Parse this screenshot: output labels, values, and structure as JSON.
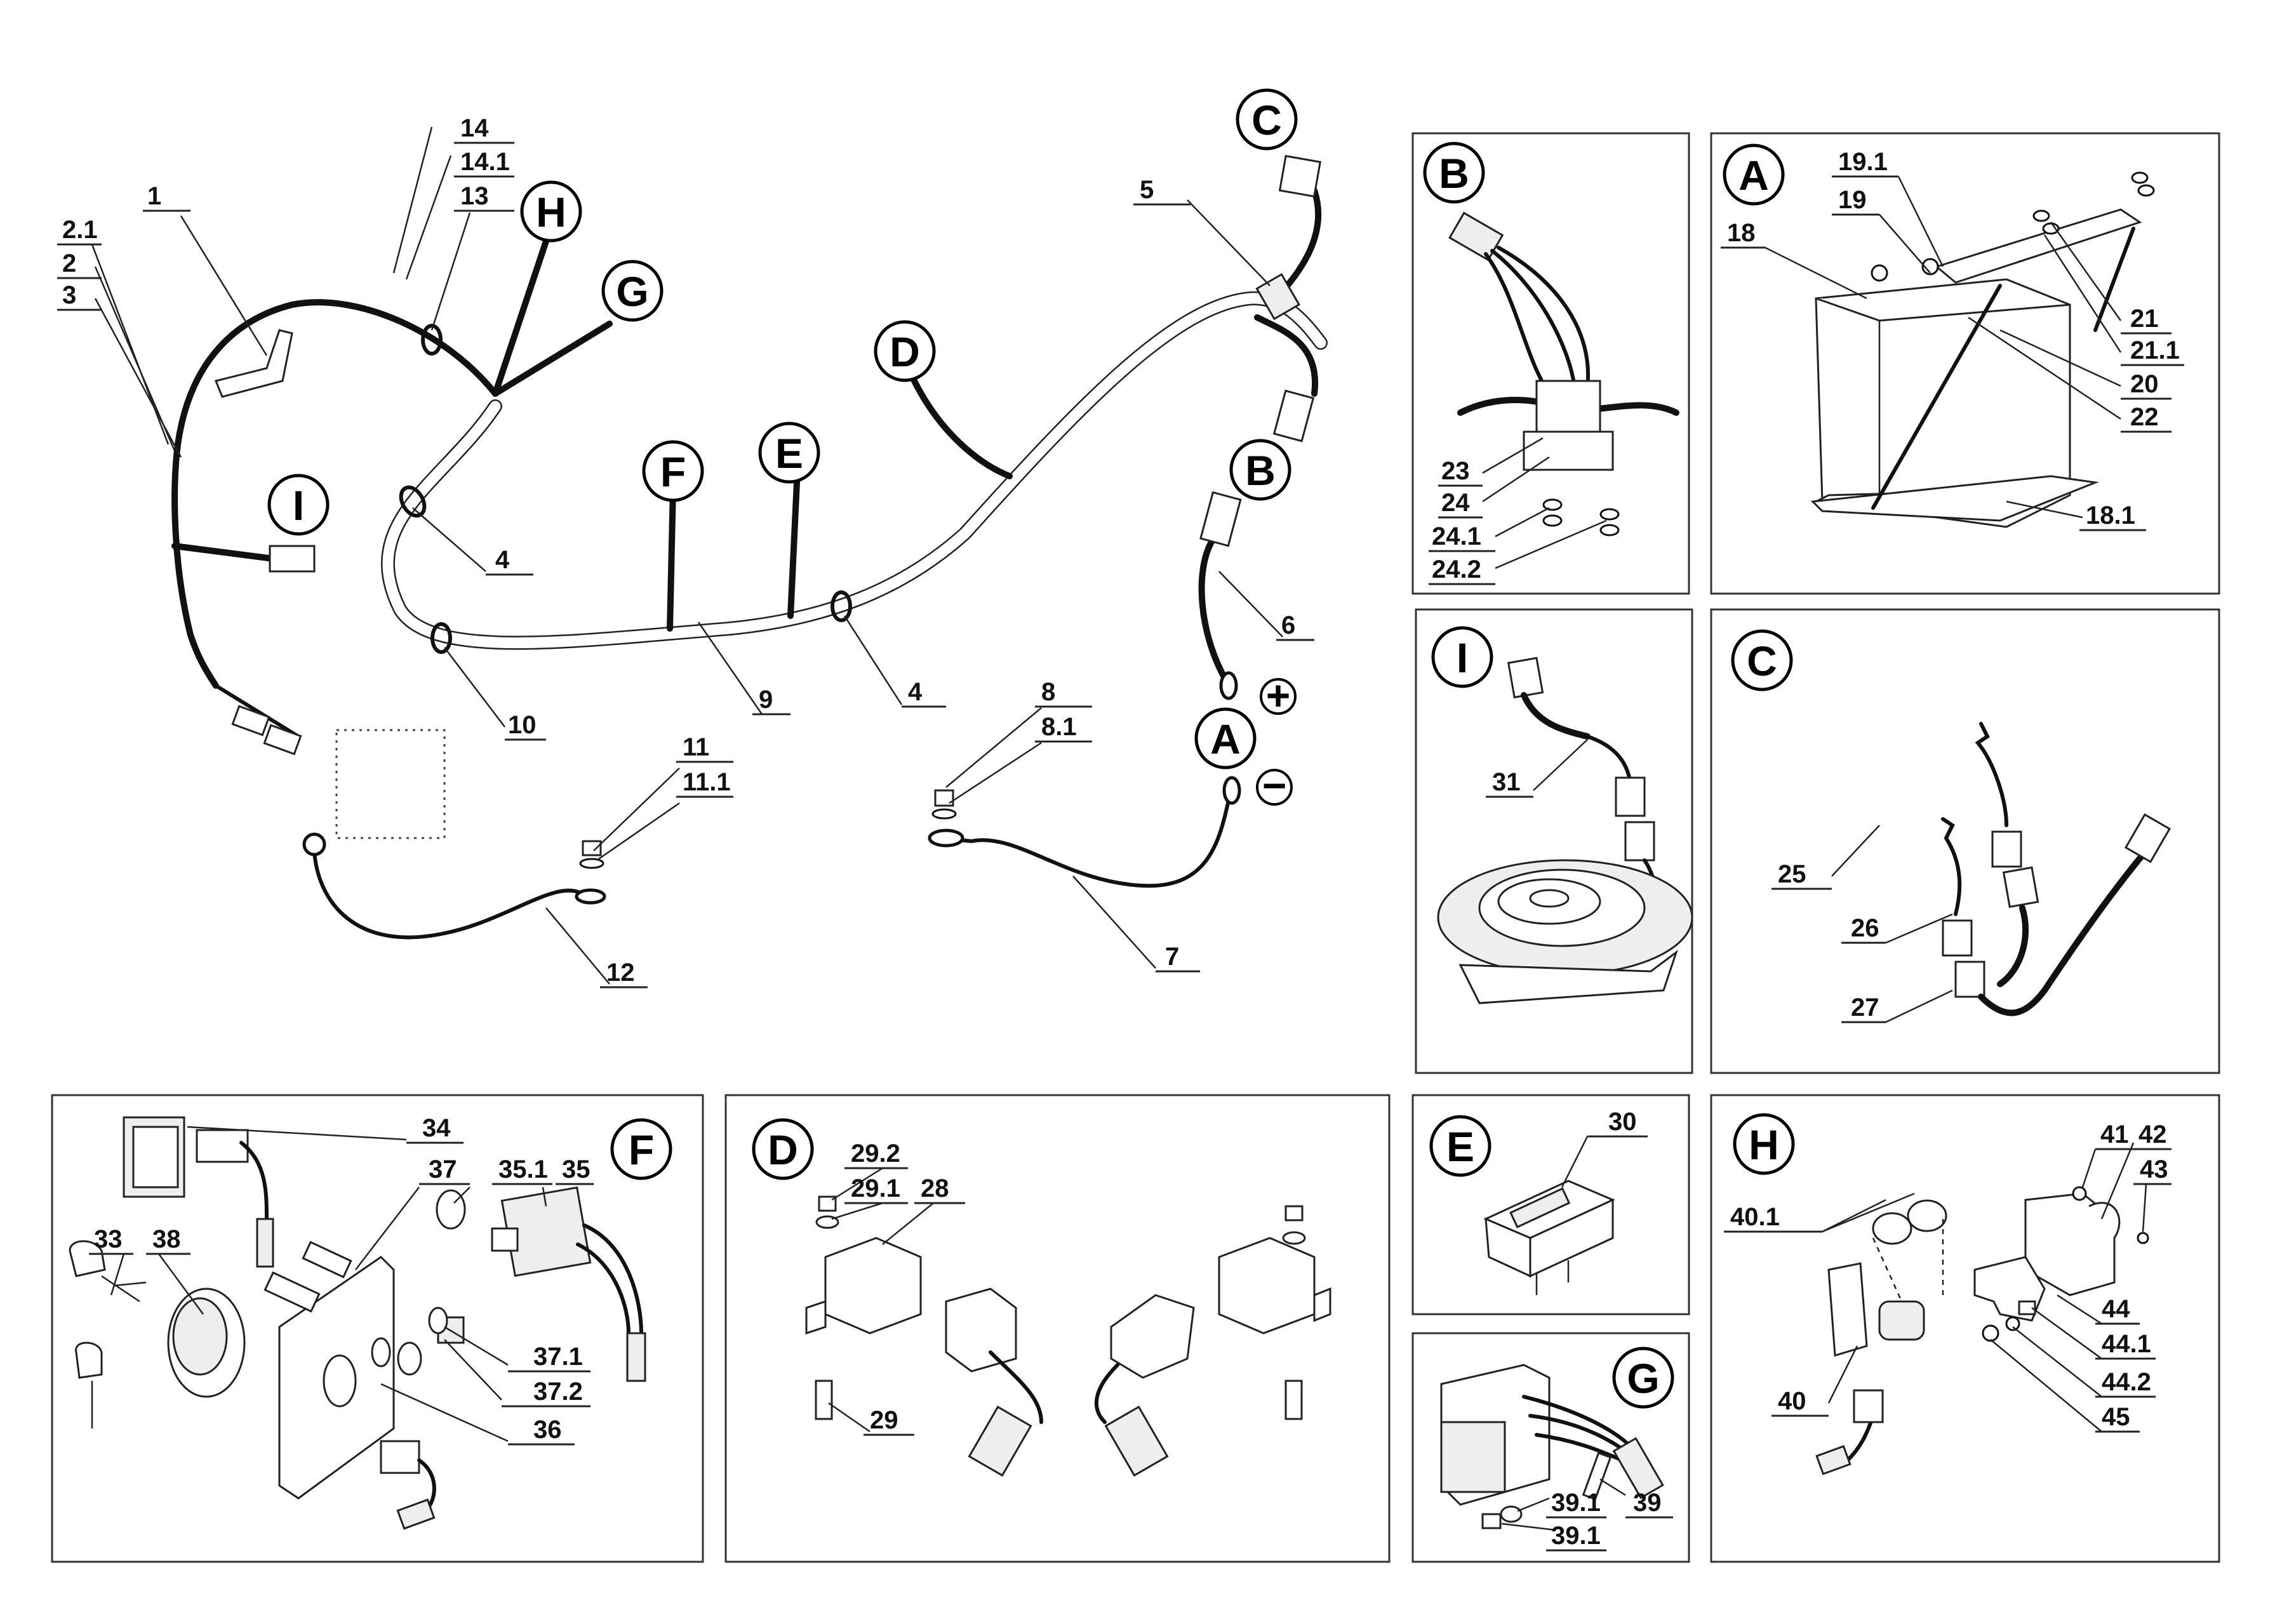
{
  "circle_letters": {
    "main_c": "C",
    "main_h": "H",
    "main_g": "G",
    "main_d": "D",
    "main_f": "F",
    "main_e": "E",
    "main_b": "B",
    "main_a": "A",
    "main_i": "I",
    "panel_b": "B",
    "panel_a": "A",
    "panel_i": "I",
    "panel_c": "C",
    "panel_f": "F",
    "panel_d": "D",
    "panel_e": "E",
    "panel_g": "G",
    "panel_h": "H",
    "plus_sign": "+",
    "minus_sign": "−"
  },
  "main_labels": {
    "l14": "14",
    "l14_1": "14.1",
    "l13": "13",
    "l1": "1",
    "l2_1": "2.1",
    "l2": "2",
    "l3": "3",
    "l5": "5",
    "l4a": "4",
    "l4b": "4",
    "l10": "10",
    "l9": "9",
    "l6": "6",
    "l8": "8",
    "l8_1": "8.1",
    "l11": "11",
    "l11_1": "11.1",
    "l12": "12",
    "l7": "7"
  },
  "panel_b_labels": {
    "l23": "23",
    "l24": "24",
    "l24_1": "24.1",
    "l24_2": "24.2"
  },
  "panel_a_labels": {
    "l19_1": "19.1",
    "l19": "19",
    "l18": "18",
    "l21": "21",
    "l21_1": "21.1",
    "l20": "20",
    "l22": "22",
    "l18_1": "18.1"
  },
  "panel_i_labels": {
    "l31": "31"
  },
  "panel_c_labels": {
    "l25": "25",
    "l26": "26",
    "l27": "27"
  },
  "panel_f_labels": {
    "l34": "34",
    "l37": "37",
    "l35_1": "35.1",
    "l35": "35",
    "l33": "33",
    "l38": "38",
    "l37_1": "37.1",
    "l37_2": "37.2",
    "l36": "36"
  },
  "panel_d_labels": {
    "l29_2": "29.2",
    "l29_1": "29.1",
    "l28": "28",
    "l29": "29"
  },
  "panel_e_labels": {
    "l30": "30"
  },
  "panel_g_labels": {
    "l39_1a": "39.1",
    "l39": "39",
    "l39_1b": "39.1"
  },
  "panel_h_labels": {
    "l41": "41",
    "l42": "42",
    "l43": "43",
    "l40_1": "40.1",
    "l44": "44",
    "l44_1": "44.1",
    "l44_2": "44.2",
    "l40": "40",
    "l45": "45"
  }
}
